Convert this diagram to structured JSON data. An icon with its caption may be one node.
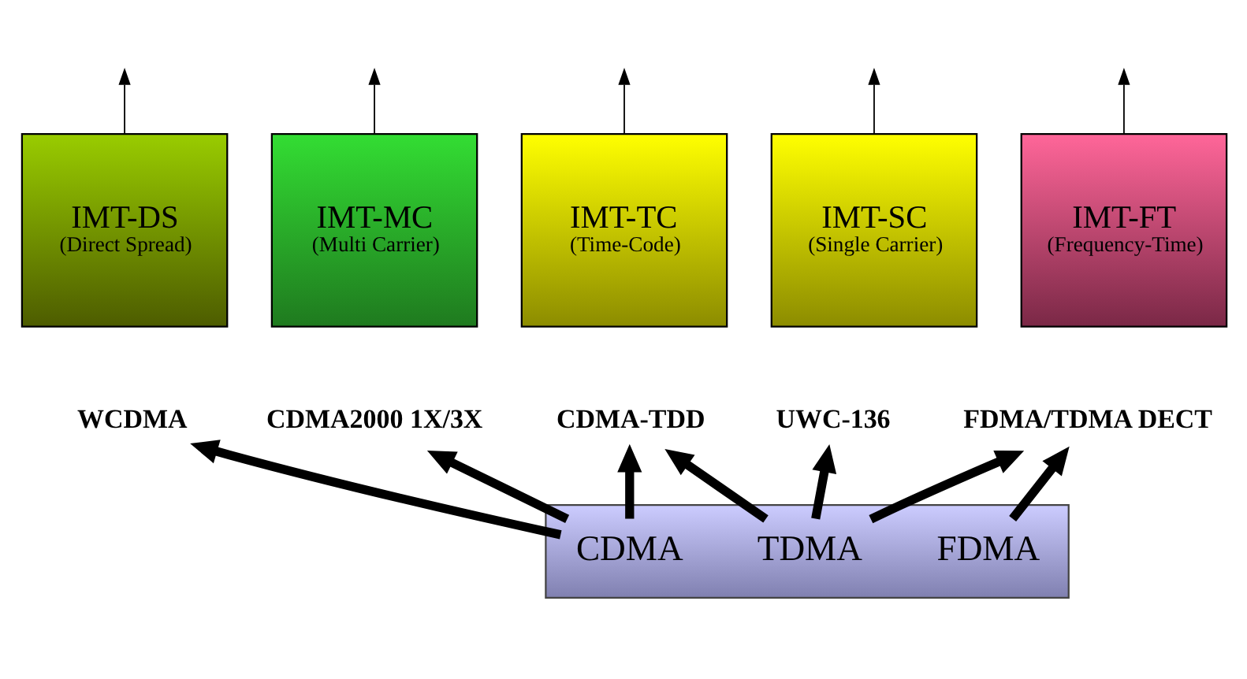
{
  "diagram": {
    "nodes": [
      {
        "text": [
          "IMT-DS",
          "(Direct Spread)"
        ]
      },
      {
        "text": [
          "IMT-MC",
          "(Multi Carrier)"
        ]
      },
      {
        "text": [
          "IMT-TC",
          "(Time-Code)"
        ]
      },
      {
        "text": [
          "IMT-SC",
          "(Single Carrier)"
        ]
      },
      {
        "text": [
          "IMT-FT",
          "(Frequency-Time)"
        ]
      },
      {
        "text": [
          "WCDMA"
        ]
      },
      {
        "text": [
          "CDMA2000 1X/3X"
        ]
      },
      {
        "text": [
          "CDMA-TDD"
        ]
      },
      {
        "text": [
          "UWC-136"
        ]
      },
      {
        "text": [
          "FDMA/TDMA DECT"
        ]
      },
      {
        "text": [],
        "shape": "bar"
      },
      {
        "text": [
          "CDMA"
        ],
        "in": 10
      },
      {
        "text": [
          "TDMA"
        ],
        "in": 10
      },
      {
        "text": [
          "FDMA"
        ],
        "in": 10
      }
    ],
    "edges": [
      {
        "from": 0,
        "to": null,
        "arrow": "to"
      },
      {
        "from": 1,
        "to": null,
        "arrow": "to"
      },
      {
        "from": 2,
        "to": null,
        "arrow": "to"
      },
      {
        "from": 3,
        "to": null,
        "arrow": "to"
      },
      {
        "from": 4,
        "to": null,
        "arrow": "to"
      },
      {
        "from": 11,
        "to": 5,
        "arrow": "to"
      },
      {
        "from": 11,
        "to": 6,
        "arrow": "to"
      },
      {
        "from": 11,
        "to": 7,
        "arrow": "to"
      },
      {
        "from": 12,
        "to": 7,
        "arrow": "to"
      },
      {
        "from": 12,
        "to": 8,
        "arrow": "to"
      },
      {
        "from": 12,
        "to": 9,
        "arrow": "to"
      },
      {
        "from": 13,
        "to": 9,
        "arrow": "to"
      }
    ]
  }
}
